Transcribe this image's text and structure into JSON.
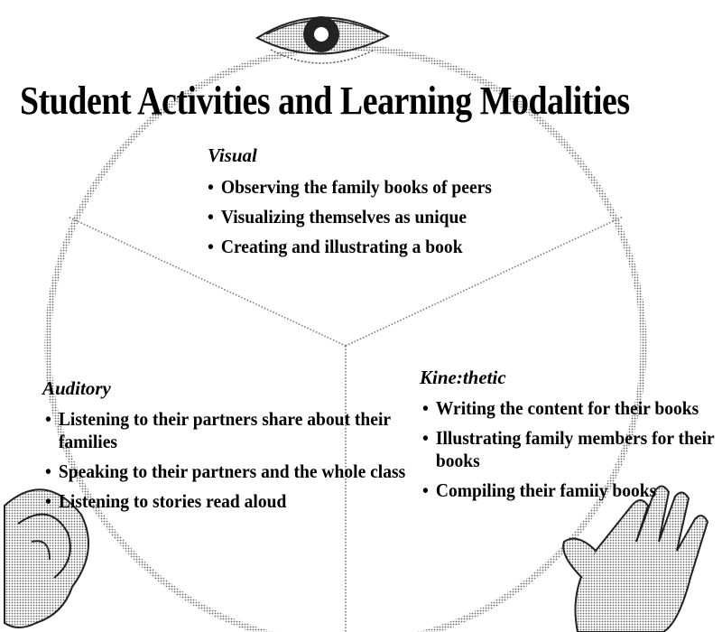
{
  "title": "Student Activities and Learning Modalities",
  "sections": {
    "visual": {
      "heading": "Visual",
      "items": [
        "Observing the family books of peers",
        "Visualizing themselves as unique",
        "Creating and illustrating a book"
      ]
    },
    "auditory": {
      "heading": "Auditory",
      "items": [
        "Listening to their partners share about their families",
        "Speaking to their partners and the whole class",
        "Listening to stories read aloud"
      ]
    },
    "kinesthetic": {
      "heading": "Kine:thetic",
      "items": [
        "Writing the content for their books",
        "Illustrating family members for their books",
        "Compiling their famiiy books"
      ]
    }
  },
  "icons": {
    "top": "eye-icon",
    "bottom_left": "ear-icon",
    "bottom_right": "hand-icon"
  },
  "colors": {
    "ink": "#000000",
    "halftone": "#9a9a9a"
  }
}
